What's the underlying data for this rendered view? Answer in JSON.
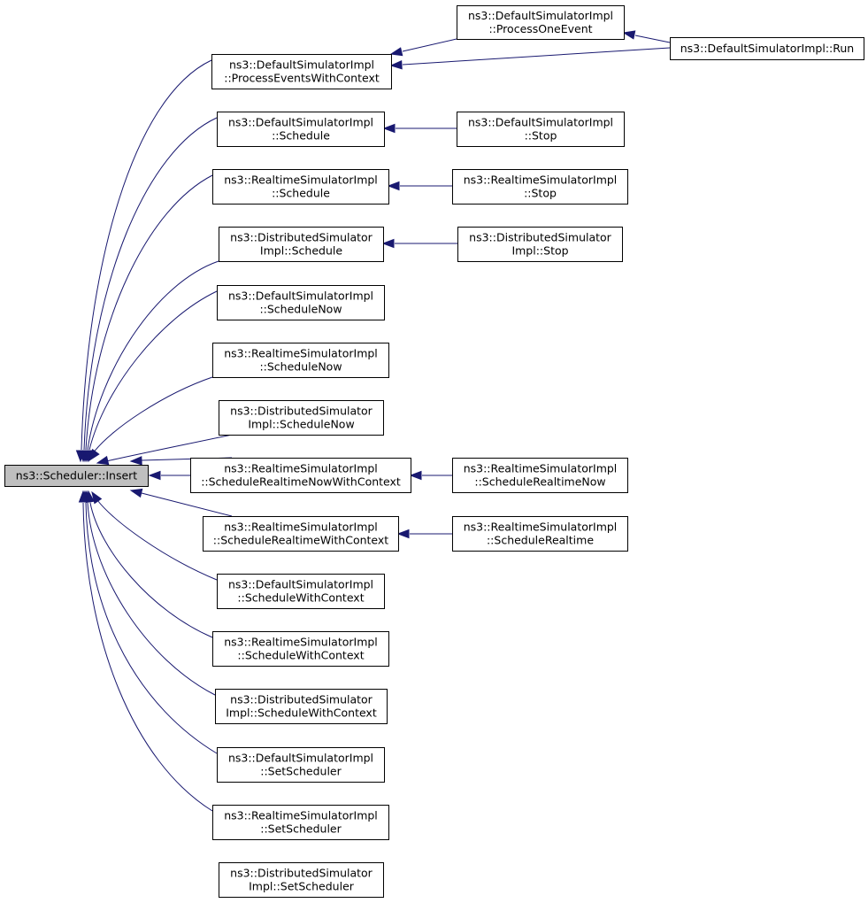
{
  "graph": {
    "colors": {
      "edge": "#191970",
      "root_fill": "#bfbfbf",
      "node_fill": "#ffffff",
      "node_border": "#000000"
    },
    "nodes": {
      "insert": [
        "ns3::Scheduler::Insert"
      ],
      "process_events_with_context": [
        "ns3::DefaultSimulatorImpl",
        "::ProcessEventsWithContext"
      ],
      "process_one_event": [
        "ns3::DefaultSimulatorImpl",
        "::ProcessOneEvent"
      ],
      "run": [
        "ns3::DefaultSimulatorImpl::Run"
      ],
      "default_schedule": [
        "ns3::DefaultSimulatorImpl",
        "::Schedule"
      ],
      "default_stop": [
        "ns3::DefaultSimulatorImpl",
        "::Stop"
      ],
      "realtime_schedule": [
        "ns3::RealtimeSimulatorImpl",
        "::Schedule"
      ],
      "realtime_stop": [
        "ns3::RealtimeSimulatorImpl",
        "::Stop"
      ],
      "distributed_schedule": [
        "ns3::DistributedSimulator",
        "Impl::Schedule"
      ],
      "distributed_stop": [
        "ns3::DistributedSimulator",
        "Impl::Stop"
      ],
      "default_schedule_now": [
        "ns3::DefaultSimulatorImpl",
        "::ScheduleNow"
      ],
      "realtime_schedule_now": [
        "ns3::RealtimeSimulatorImpl",
        "::ScheduleNow"
      ],
      "distributed_schedule_now": [
        "ns3::DistributedSimulator",
        "Impl::ScheduleNow"
      ],
      "realtime_schedule_realtime_now_with_context": [
        "ns3::RealtimeSimulatorImpl",
        "::ScheduleRealtimeNowWithContext"
      ],
      "realtime_schedule_realtime_now": [
        "ns3::RealtimeSimulatorImpl",
        "::ScheduleRealtimeNow"
      ],
      "realtime_schedule_realtime_with_context": [
        "ns3::RealtimeSimulatorImpl",
        "::ScheduleRealtimeWithContext"
      ],
      "realtime_schedule_realtime": [
        "ns3::RealtimeSimulatorImpl",
        "::ScheduleRealtime"
      ],
      "default_schedule_with_context": [
        "ns3::DefaultSimulatorImpl",
        "::ScheduleWithContext"
      ],
      "realtime_schedule_with_context": [
        "ns3::RealtimeSimulatorImpl",
        "::ScheduleWithContext"
      ],
      "distributed_schedule_with_context": [
        "ns3::DistributedSimulator",
        "Impl::ScheduleWithContext"
      ],
      "default_set_scheduler": [
        "ns3::DefaultSimulatorImpl",
        "::SetScheduler"
      ],
      "realtime_set_scheduler": [
        "ns3::RealtimeSimulatorImpl",
        "::SetScheduler"
      ],
      "distributed_set_scheduler": [
        "ns3::DistributedSimulator",
        "Impl::SetScheduler"
      ]
    },
    "edges": [
      [
        "process_events_with_context",
        "insert"
      ],
      [
        "default_schedule",
        "insert"
      ],
      [
        "realtime_schedule",
        "insert"
      ],
      [
        "distributed_schedule",
        "insert"
      ],
      [
        "default_schedule_now",
        "insert"
      ],
      [
        "realtime_schedule_now",
        "insert"
      ],
      [
        "distributed_schedule_now",
        "insert"
      ],
      [
        "realtime_schedule_realtime_now_with_context",
        "insert"
      ],
      [
        "realtime_schedule_realtime_with_context",
        "insert"
      ],
      [
        "default_schedule_with_context",
        "insert"
      ],
      [
        "realtime_schedule_with_context",
        "insert"
      ],
      [
        "distributed_schedule_with_context",
        "insert"
      ],
      [
        "default_set_scheduler",
        "insert"
      ],
      [
        "realtime_set_scheduler",
        "insert"
      ],
      [
        "distributed_set_scheduler",
        "insert"
      ],
      [
        "process_one_event",
        "process_events_with_context"
      ],
      [
        "run",
        "process_events_with_context"
      ],
      [
        "run",
        "process_one_event"
      ],
      [
        "default_stop",
        "default_schedule"
      ],
      [
        "realtime_stop",
        "realtime_schedule"
      ],
      [
        "distributed_stop",
        "distributed_schedule"
      ],
      [
        "realtime_schedule_realtime_now",
        "realtime_schedule_realtime_now_with_context"
      ],
      [
        "realtime_schedule_realtime",
        "realtime_schedule_realtime_with_context"
      ]
    ]
  }
}
